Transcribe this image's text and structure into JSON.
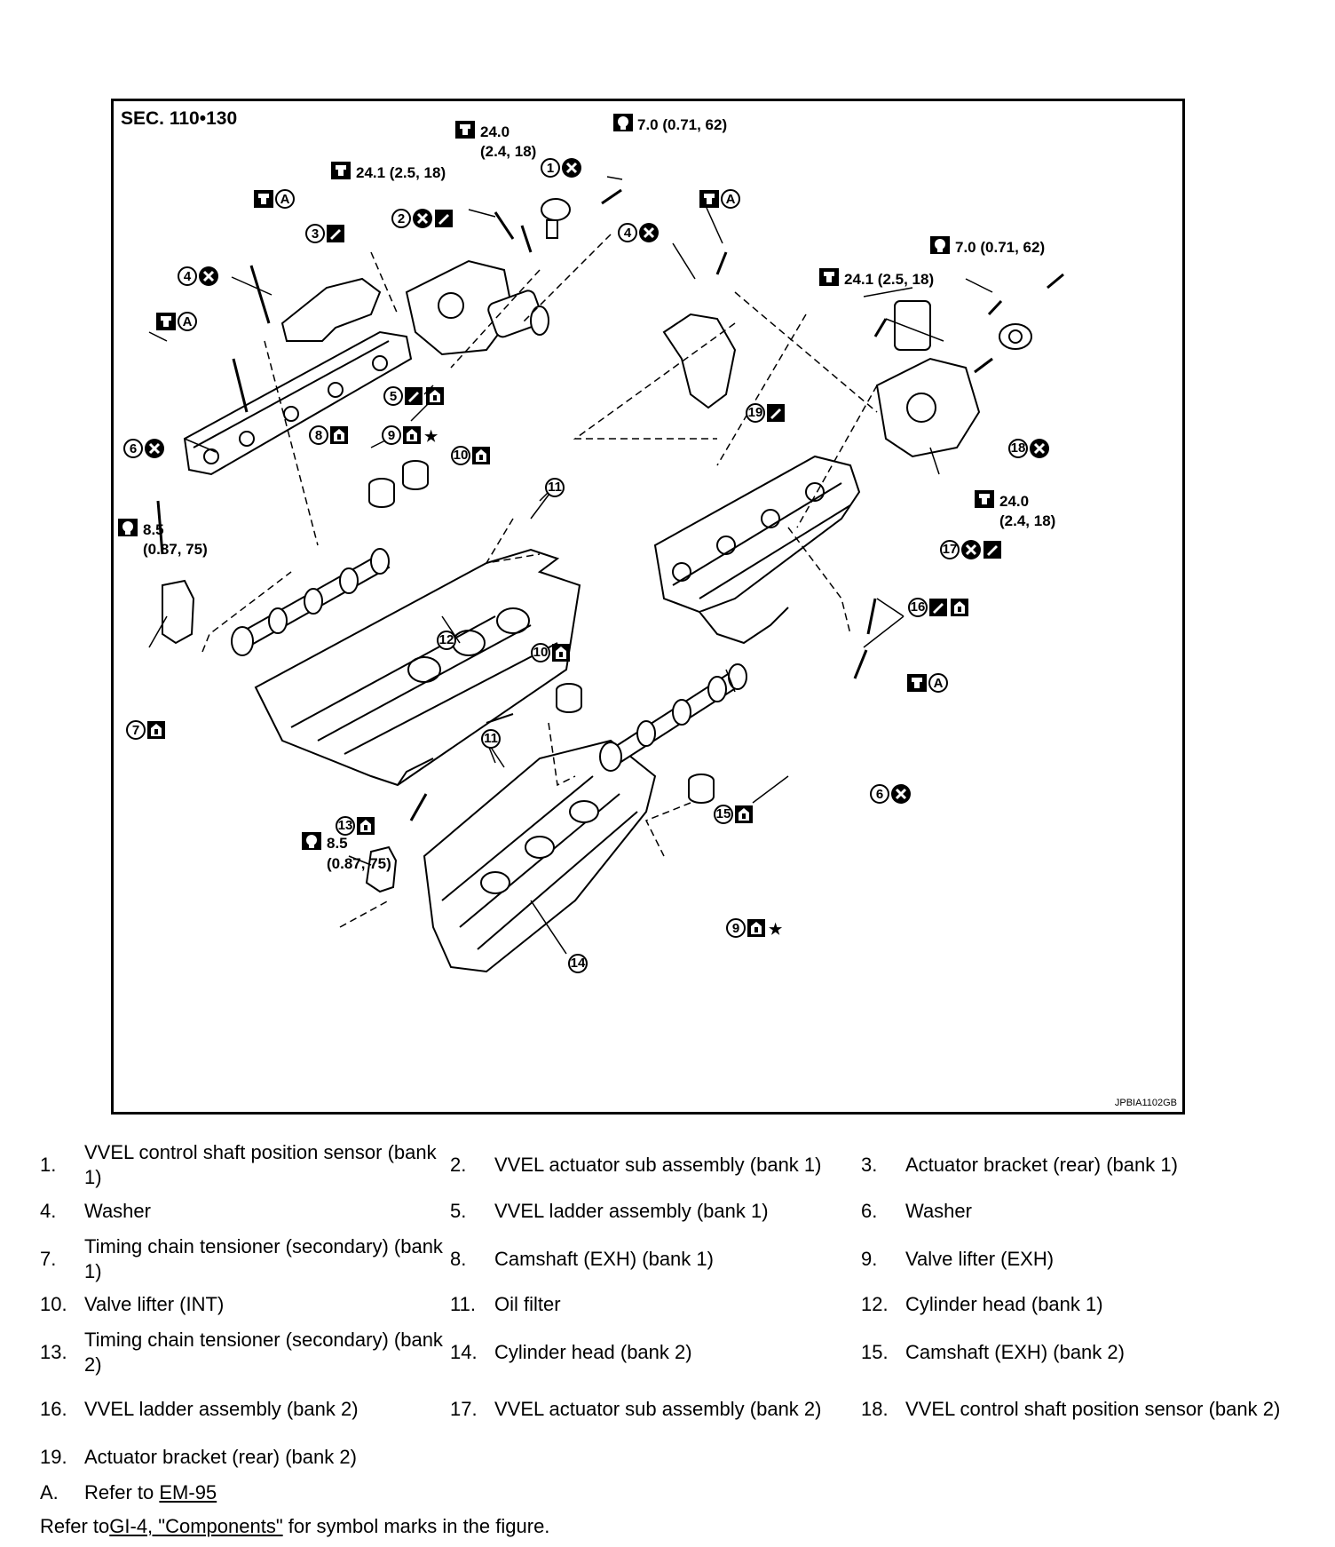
{
  "figure": {
    "section": "SEC. 110•130",
    "code": "JPBIA1102GB",
    "torques": {
      "t_24_0_top": "24.0",
      "t_24_0_top_b": "(2.4, 18)",
      "t_7_0_top": "7.0 (0.71, 62)",
      "t_24_1_left": "24.1 (2.5, 18)",
      "t_7_0_right": "7.0 (0.71, 62)",
      "t_24_1_right": "24.1 (2.5, 18)",
      "t_24_0_right": "24.0",
      "t_24_0_right_b": "(2.4, 18)",
      "t_8_5_left": "8.5",
      "t_8_5_left_b": "(0.87, 75)",
      "t_8_5_bottom": "8.5",
      "t_8_5_bottom_b": "(0.87, 75)"
    },
    "callouts": [
      "1",
      "2",
      "3",
      "4",
      "5",
      "6",
      "7",
      "8",
      "9",
      "10",
      "11",
      "12",
      "13",
      "14",
      "15",
      "16",
      "17",
      "18",
      "19"
    ],
    "ref_letter": "A",
    "star": "★"
  },
  "legend": {
    "rows": [
      [
        {
          "n": "1.",
          "t": "VVEL control shaft position sensor (bank 1)"
        },
        {
          "n": "2.",
          "t": "VVEL actuator sub assembly (bank 1)"
        },
        {
          "n": "3.",
          "t": "Actuator bracket (rear) (bank 1)"
        }
      ],
      [
        {
          "n": "4.",
          "t": "Washer"
        },
        {
          "n": "5.",
          "t": "VVEL ladder assembly (bank 1)"
        },
        {
          "n": "6.",
          "t": "Washer"
        }
      ],
      [
        {
          "n": "7.",
          "t": "Timing chain tensioner (secondary) (bank 1)"
        },
        {
          "n": "8.",
          "t": "Camshaft (EXH) (bank 1)"
        },
        {
          "n": "9.",
          "t": "Valve lifter (EXH)"
        }
      ],
      [
        {
          "n": "10.",
          "t": "Valve lifter (INT)"
        },
        {
          "n": "11.",
          "t": " Oil filter"
        },
        {
          "n": "12.",
          "t": "Cylinder head (bank 1)"
        }
      ],
      [
        {
          "n": "13.",
          "t": "Timing chain tensioner (secondary) (bank 2)"
        },
        {
          "n": "14.",
          "t": "Cylinder head (bank 2)"
        },
        {
          "n": "15.",
          "t": "Camshaft (EXH) (bank 2)"
        }
      ],
      [
        {
          "n": "16.",
          "t": "VVEL ladder assembly (bank 2)"
        },
        {
          "n": "17.",
          "t": "VVEL actuator sub assembly (bank 2)"
        },
        {
          "n": "18.",
          "t": "VVEL control shaft position sensor (bank 2)"
        }
      ],
      [
        {
          "n": "19.",
          "t": "Actuator bracket (rear) (bank 2)"
        }
      ]
    ],
    "a_letter": "A.",
    "a_text": "Refer to ",
    "a_link": "EM-95",
    "foot_pre": "Refer to ",
    "foot_link": "GI-4, \"Components\"",
    "foot_post": " for symbol marks in the figure."
  }
}
